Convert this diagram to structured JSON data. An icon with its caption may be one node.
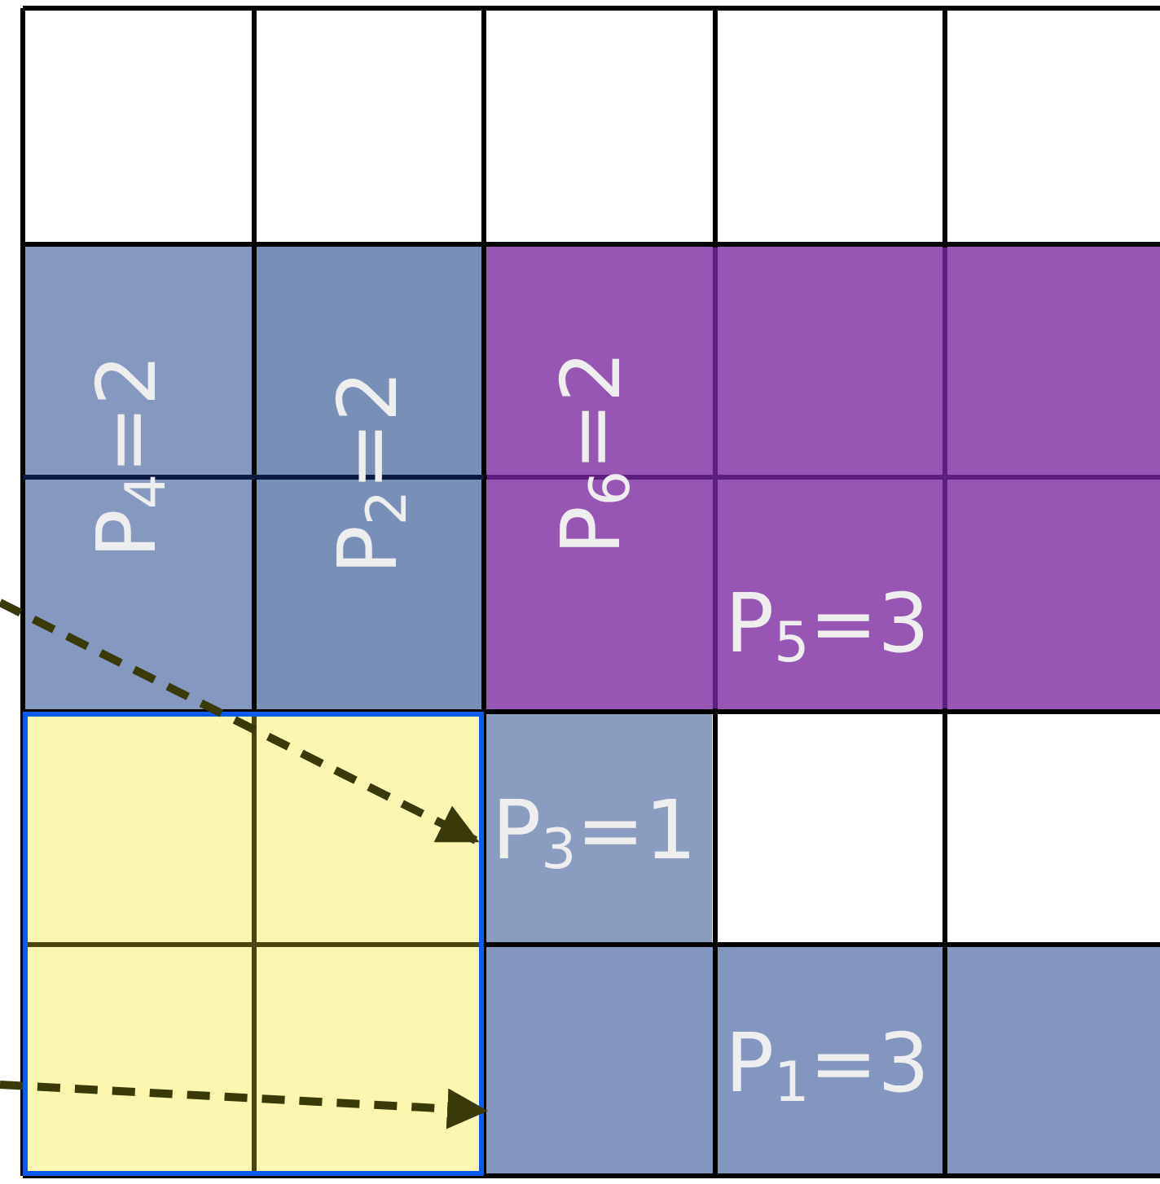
{
  "diagram": {
    "nodes": [
      {
        "text": [
          "P$_{4}$=2"
        ]
      },
      {
        "text": [
          "P$_{2}$=2"
        ]
      },
      {
        "text": [
          "P$_{6}$=2"
        ]
      },
      {
        "text": [
          "P$_{5}$=3"
        ]
      },
      {
        "text": [],
        "shape": "box"
      },
      {
        "text": [
          "P$_{3}$=1"
        ]
      },
      {
        "text": [
          "P$_{1}$=3"
        ]
      }
    ],
    "edges": [
      {
        "from": null,
        "to": 5,
        "arrow": "to",
        "style": "dashed"
      },
      {
        "from": null,
        "to": 6,
        "arrow": "to",
        "style": "dashed"
      }
    ]
  }
}
